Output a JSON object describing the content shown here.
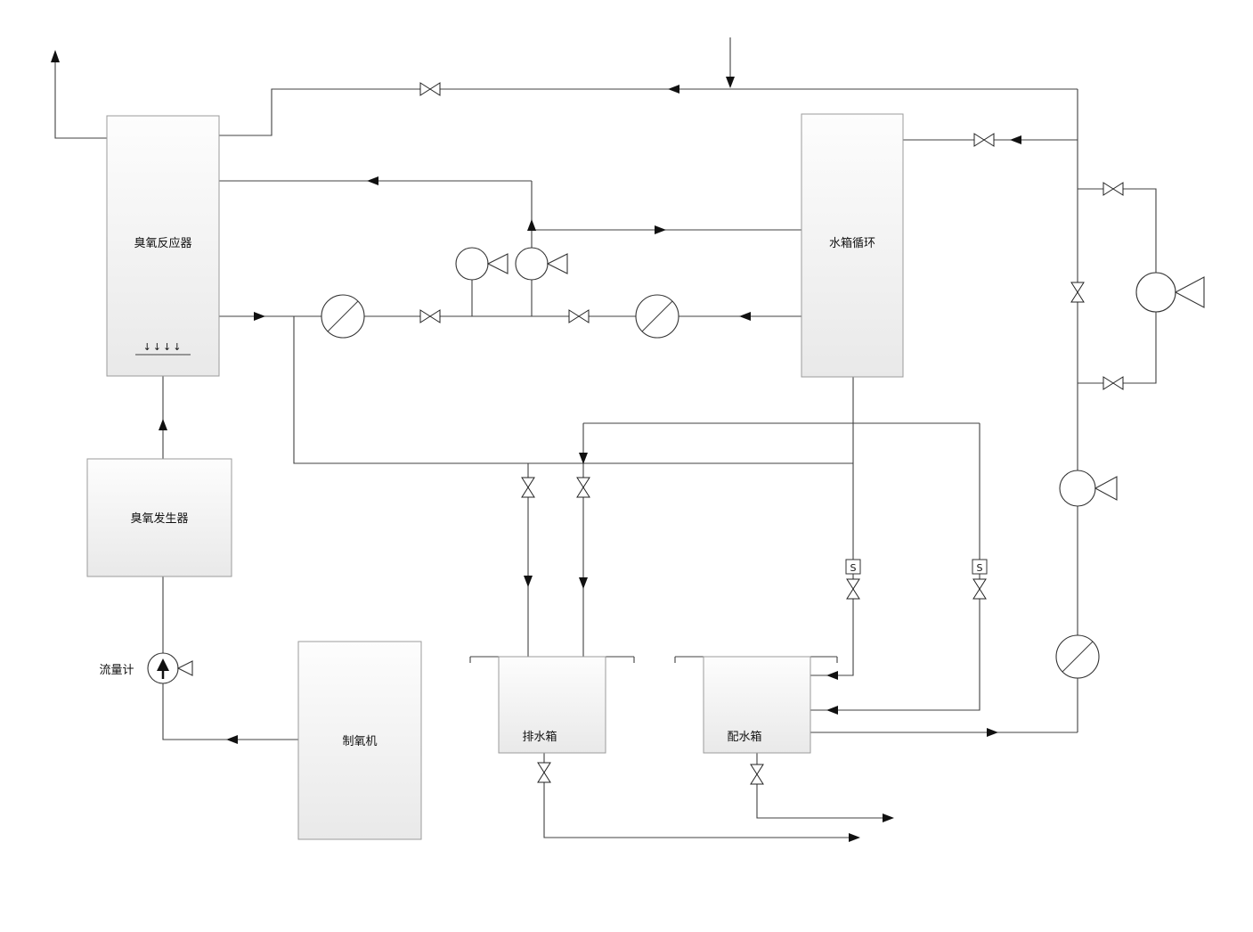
{
  "diagram": {
    "nodes": {
      "ozone_reactor": {
        "label": "臭氧反应器",
        "diffuser_glyph": "↓↓↓↓"
      },
      "water_tank_loop": {
        "label": "水箱循环"
      },
      "ozone_generator": {
        "label": "臭氧发生器"
      },
      "oxygen_machine": {
        "label": "制氧机"
      },
      "drain_tank": {
        "label": "排水箱"
      },
      "distribution_tank": {
        "label": "配水箱"
      },
      "flow_meter": {
        "label": "流量计"
      }
    },
    "symbols": {
      "solenoid_label": "S"
    },
    "colors": {
      "line": "#404040",
      "box_border": "#9b9b9b",
      "box_fill_light": "#fdfdfd",
      "box_fill_dark": "#e9e9e9",
      "text": "#111111",
      "background": "#ffffff"
    }
  }
}
